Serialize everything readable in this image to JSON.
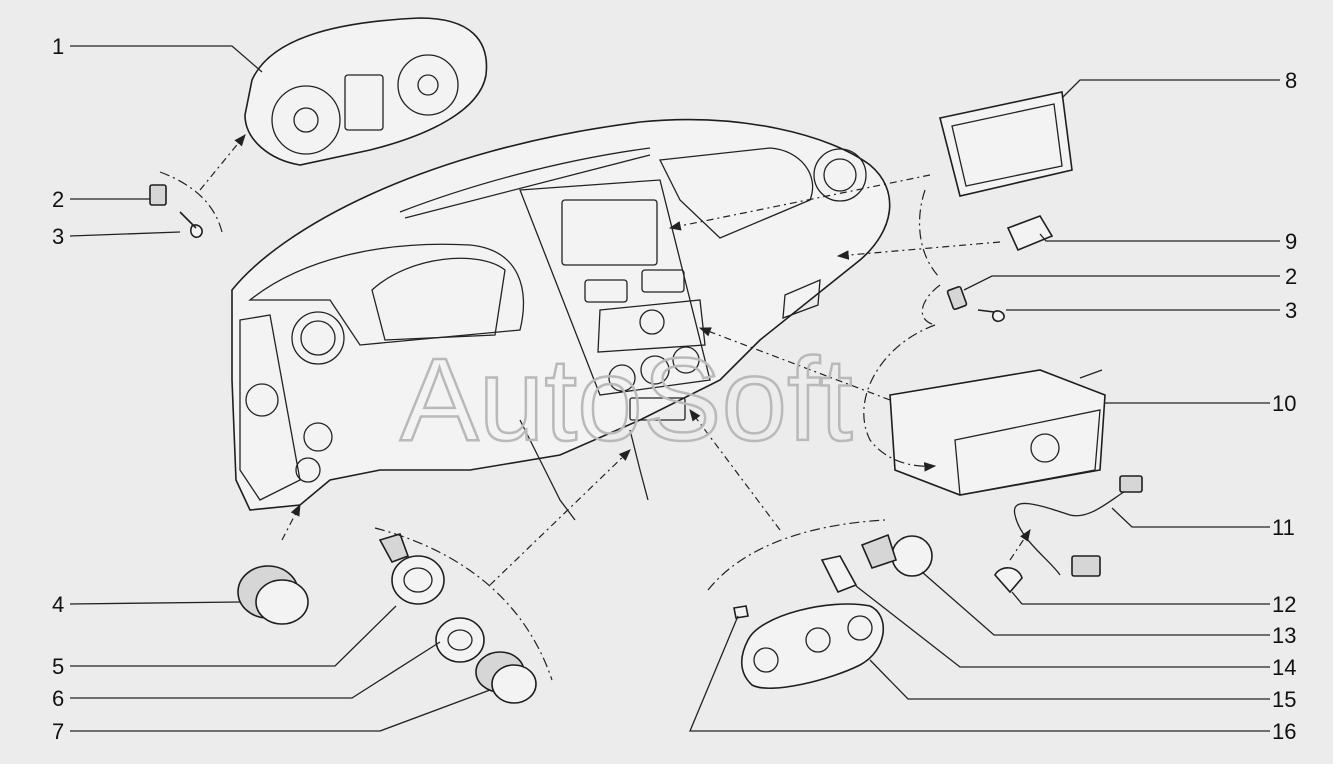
{
  "watermark": "AutoSoft",
  "callouts": [
    {
      "id": "1",
      "label": "1"
    },
    {
      "id": "2a",
      "label": "2"
    },
    {
      "id": "3a",
      "label": "3"
    },
    {
      "id": "4",
      "label": "4"
    },
    {
      "id": "5",
      "label": "5"
    },
    {
      "id": "6",
      "label": "6"
    },
    {
      "id": "7",
      "label": "7"
    },
    {
      "id": "8",
      "label": "8"
    },
    {
      "id": "9",
      "label": "9"
    },
    {
      "id": "2b",
      "label": "2"
    },
    {
      "id": "3b",
      "label": "3"
    },
    {
      "id": "10",
      "label": "10"
    },
    {
      "id": "11",
      "label": "11"
    },
    {
      "id": "12",
      "label": "12"
    },
    {
      "id": "13",
      "label": "13"
    },
    {
      "id": "14",
      "label": "14"
    },
    {
      "id": "15",
      "label": "15"
    },
    {
      "id": "16",
      "label": "16"
    }
  ]
}
